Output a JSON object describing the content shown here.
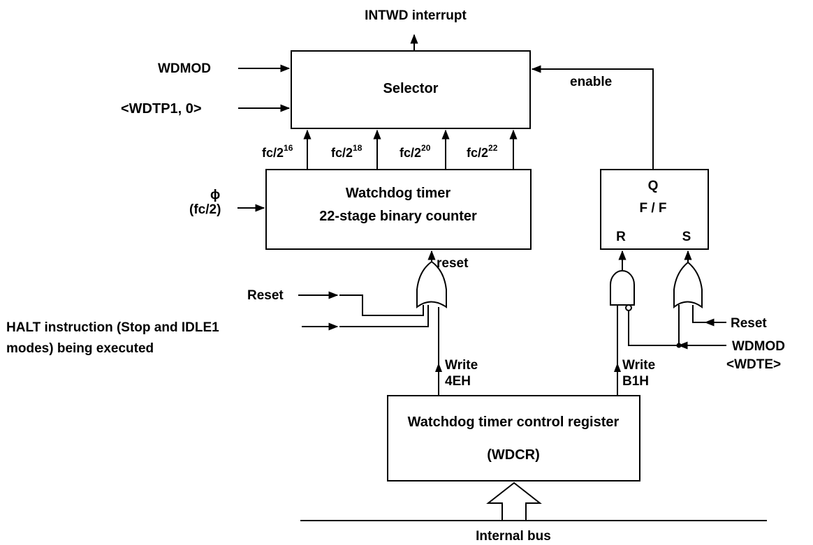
{
  "labels": {
    "intwd": "INTWD interrupt",
    "wdmod": "WDMOD",
    "wdtp": "<WDTP1, 0>",
    "selector": "Selector",
    "enable": "enable",
    "freq_base": "fc/2",
    "freq_16": "16",
    "freq_18": "18",
    "freq_20": "20",
    "freq_22": "22",
    "phi": "ϕ",
    "clock_input": "(fc/2)",
    "counter_line1": "Watchdog timer",
    "counter_line2": "22-stage binary counter",
    "ff_q": "Q",
    "ff_label": "F / F",
    "ff_r": "R",
    "ff_s": "S",
    "reset_counter": "reset",
    "reset_left": "Reset",
    "halt_line1": "HALT instruction (Stop and IDLE1",
    "halt_line2": "modes) being executed",
    "reset_right": "Reset",
    "wdmod_wdte_1": "WDMOD",
    "wdmod_wdte_2": "<WDTE>",
    "write_4e_1": "Write",
    "write_4e_2": "4EH",
    "write_b1_1": "Write",
    "write_b1_2": "B1H",
    "wdcr_line1": "Watchdog timer control register",
    "wdcr_line2": "(WDCR)",
    "internal_bus": "Internal bus"
  }
}
